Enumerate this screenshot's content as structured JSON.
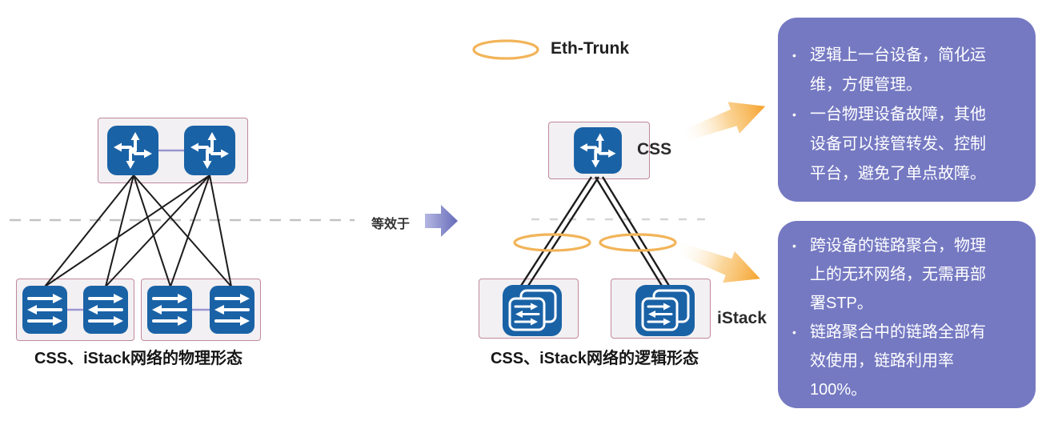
{
  "left_diagram": {
    "caption": "CSS、iStack网络的物理形态"
  },
  "right_diagram": {
    "caption": "CSS、iStack网络的逻辑形态",
    "css_label": "CSS",
    "istack_label": "iStack"
  },
  "legend": {
    "eth_trunk_label": "Eth-Trunk"
  },
  "equivalence_label": "等效于",
  "panels": [
    {
      "bullets": [
        "逻辑上一台设备，简化运\n维，方便管理。",
        "一台物理设备故障，其他\n设备可以接管转发、控制\n平台，避免了单点故障。"
      ]
    },
    {
      "bullets": [
        "跨设备的链路聚合，物理\n上的无环网络，无需再部\n署STP。",
        "链路聚合中的链路全部有\n效使用，链路利用率\n100%。"
      ]
    }
  ],
  "icons": {
    "router": "four-direction-arrows-router",
    "switch": "bidirectional-arrows-switch",
    "istack": "stacked-switch",
    "eth_trunk": "orange-ellipse-ring",
    "equivalence_arrow": "purple-right-arrow",
    "highlight_arrow": "yellow-gradient-arrow"
  },
  "colors": {
    "device_blue": "#1a62a6",
    "device_box_fill": "#f2f0f2",
    "device_box_border": "#c0889c",
    "panel_purple": "#7579c2",
    "panel_text": "#ffffff",
    "eth_trunk_orange": "#f2b459",
    "highlight_arrow_orange": "#f5a22c",
    "equivalence_arrow_purple": "#7276c0",
    "link_line_black": "#1c1c1c",
    "stack_link_purple": "#9a97d1",
    "dashed_divider_gray": "#c6c6c6"
  }
}
